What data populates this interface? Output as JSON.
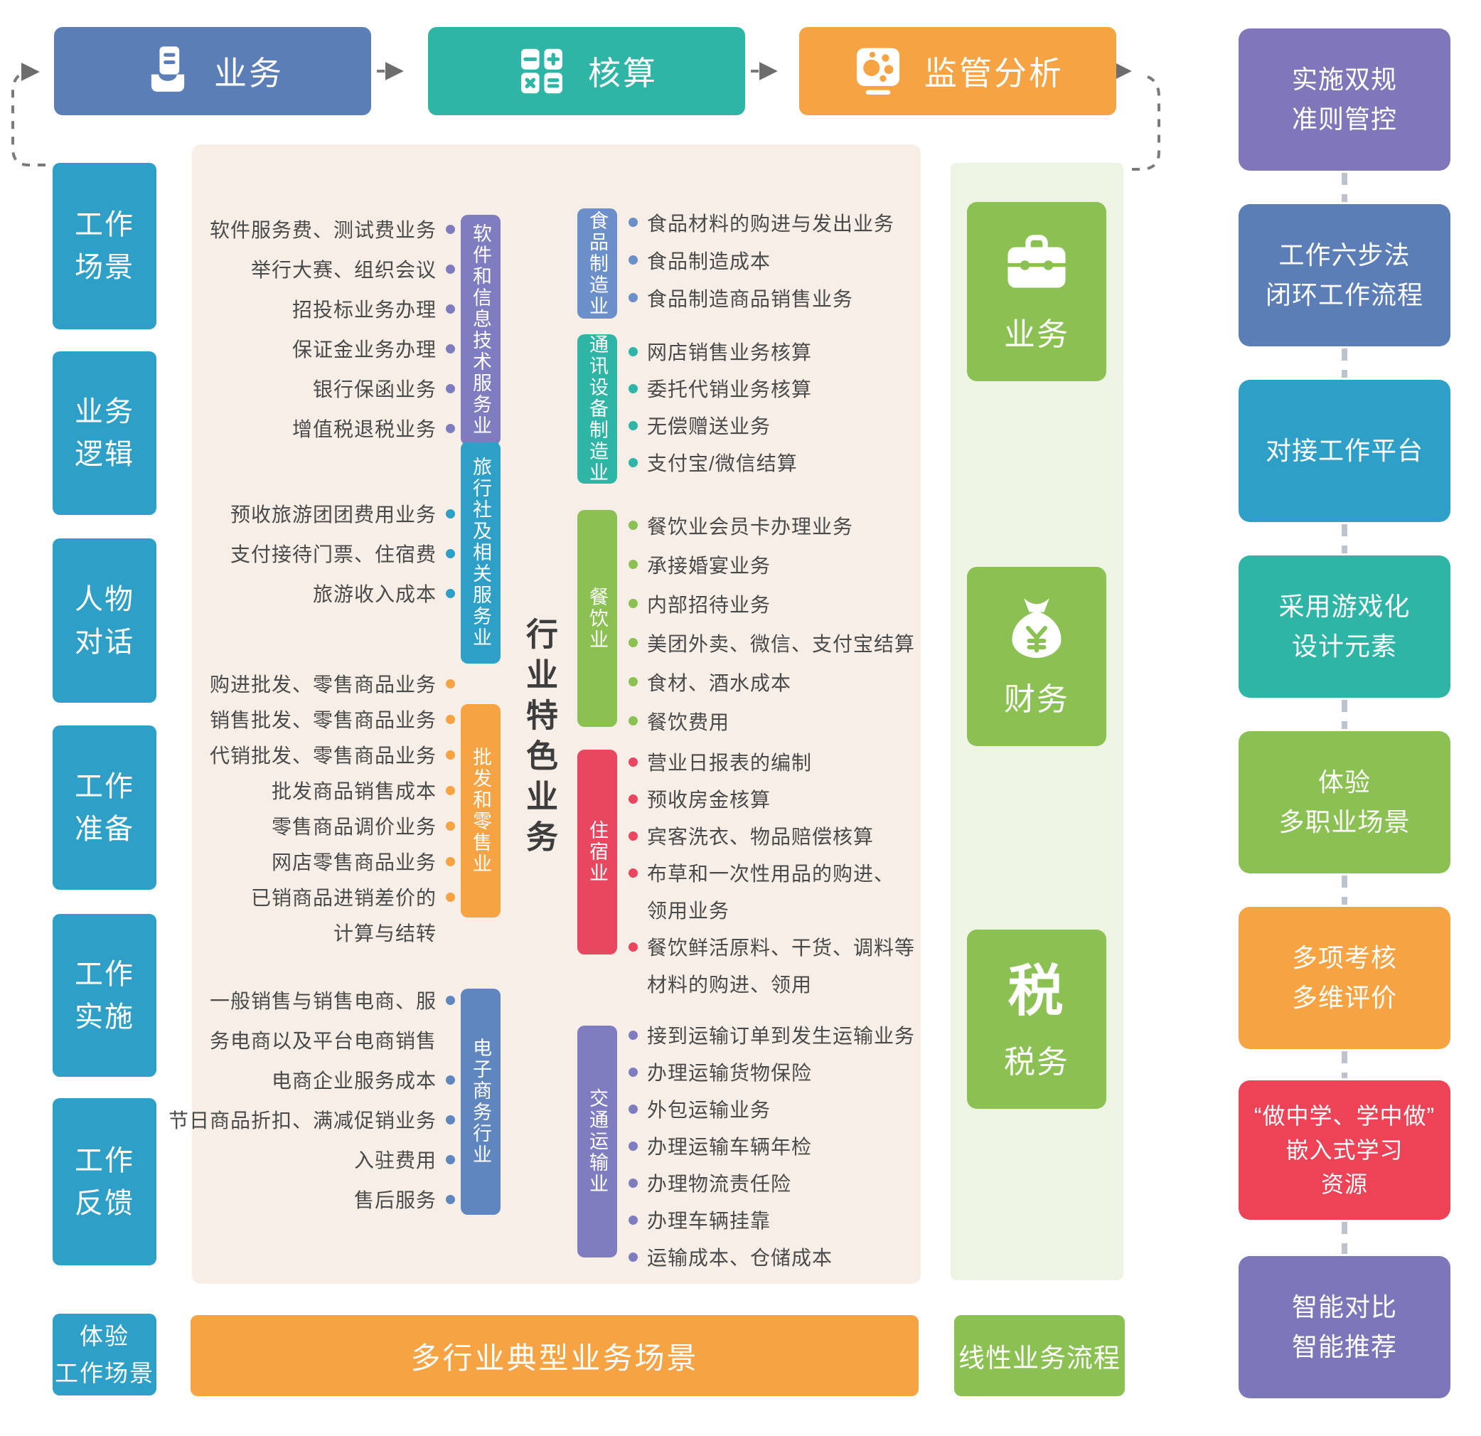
{
  "top_flow": {
    "nodes": [
      {
        "label": "业务",
        "icon": "document-tray-icon",
        "color": "#5b7eb7"
      },
      {
        "label": "核算",
        "icon": "calculator-icon",
        "color": "#2fb5a5"
      },
      {
        "label": "监管分析",
        "icon": "monitor-analysis-icon",
        "color": "#f6a343"
      }
    ]
  },
  "left_column": {
    "color": "#2e9fc7",
    "boxes": [
      [
        "工作",
        "场景"
      ],
      [
        "业务",
        "逻辑"
      ],
      [
        "人物",
        "对话"
      ],
      [
        "工作",
        "准备"
      ],
      [
        "工作",
        "实施"
      ],
      [
        "工作",
        "反馈"
      ],
      [
        "体验",
        "工作场景"
      ]
    ]
  },
  "industry_panel": {
    "bg_color": "#f7efe7",
    "center_title": "行业特色业务",
    "bottom_bar": {
      "label": "多行业典型业务场景",
      "color": "#f6a343"
    },
    "left_groups": [
      {
        "name": "软件和信息技术服务业",
        "color": "#7f7dbf",
        "items": [
          [
            "软件服务费、测试费业务"
          ],
          [
            "举行大赛、组织会议"
          ],
          [
            "招投标业务办理"
          ],
          [
            "保证金业务办理"
          ],
          [
            "银行保函业务"
          ],
          [
            "增值税退税业务"
          ]
        ]
      },
      {
        "name": "旅行社及相关服务业",
        "color": "#2e9fc7",
        "items": [
          [
            "预收旅游团团费用业务"
          ],
          [
            "支付接待门票、住宿费"
          ],
          [
            "旅游收入成本"
          ]
        ]
      },
      {
        "name": "批发和零售业",
        "color": "#f6a343",
        "items": [
          [
            "购进批发、零售商品业务"
          ],
          [
            "销售批发、零售商品业务"
          ],
          [
            "代销批发、零售商品业务"
          ],
          [
            "批发商品销售成本"
          ],
          [
            "零售商品调价业务"
          ],
          [
            "网店零售商品业务"
          ],
          [
            "已销商品进销差价的",
            "计算与结转"
          ]
        ]
      },
      {
        "name": "电子商务行业",
        "color": "#5f86bf",
        "items": [
          [
            "一般销售与销售电商、服",
            "务电商以及平台电商销售"
          ],
          [
            "电商企业服务成本"
          ],
          [
            "节日商品折扣、满减促销业务"
          ],
          [
            "入驻费用"
          ],
          [
            "售后服务"
          ]
        ]
      }
    ],
    "right_groups": [
      {
        "name": "食品制造业",
        "color": "#6b8fc9",
        "items": [
          [
            "食品材料的购进与发出业务"
          ],
          [
            "食品制造成本"
          ],
          [
            "食品制造商品销售业务"
          ]
        ]
      },
      {
        "name": "通讯设备制造业",
        "color": "#2fb5a5",
        "items": [
          [
            "网店销售业务核算"
          ],
          [
            "委托代销业务核算"
          ],
          [
            "无偿赠送业务"
          ],
          [
            "支付宝/微信结算"
          ]
        ]
      },
      {
        "name": "餐饮业",
        "color": "#8bc053",
        "items": [
          [
            "餐饮业会员卡办理业务"
          ],
          [
            "承接婚宴业务"
          ],
          [
            "内部招待业务"
          ],
          [
            "美团外卖、微信、支付宝结算"
          ],
          [
            "食材、酒水成本"
          ],
          [
            "餐饮费用"
          ]
        ]
      },
      {
        "name": "住宿业",
        "color": "#e9475f",
        "items": [
          [
            "营业日报表的编制"
          ],
          [
            "预收房金核算"
          ],
          [
            "宾客洗衣、物品赔偿核算"
          ],
          [
            "布草和一次性用品的购进、",
            "领用业务"
          ],
          [
            "餐饮鲜活原料、干货、调料等",
            "材料的购进、领用"
          ]
        ]
      },
      {
        "name": "交通运输业",
        "color": "#7f7dbf",
        "items": [
          [
            "接到运输订单到发生运输业务"
          ],
          [
            "办理运输货物保险"
          ],
          [
            "外包运输业务"
          ],
          [
            "办理运输车辆年检"
          ],
          [
            "办理物流责任险"
          ],
          [
            "办理车辆挂靠"
          ],
          [
            "运输成本、仓储成本"
          ]
        ]
      }
    ]
  },
  "process_panel": {
    "bg_color": "#edf4e1",
    "node_color": "#8bc053",
    "nodes": [
      {
        "label": "业务",
        "icon": "briefcase-icon"
      },
      {
        "label": "财务",
        "icon": "moneybag-icon"
      },
      {
        "label": "税务",
        "icon": "tax-icon"
      }
    ],
    "bottom_bar": {
      "label": "线性业务流程",
      "color": "#8bc053"
    }
  },
  "right_column": {
    "boxes": [
      {
        "lines": [
          "实施双规",
          "准则管控"
        ],
        "color": "#7f77b9"
      },
      {
        "lines": [
          "工作六步法",
          "闭环工作流程"
        ],
        "color": "#5b7eb7"
      },
      {
        "lines": [
          "对接工作平台"
        ],
        "color": "#2e9fc7"
      },
      {
        "lines": [
          "采用游戏化",
          "设计元素"
        ],
        "color": "#2fb5a5"
      },
      {
        "lines": [
          "体验",
          "多职业场景"
        ],
        "color": "#8bc053"
      },
      {
        "lines": [
          "多项考核",
          "多维评价"
        ],
        "color": "#f6a343"
      },
      {
        "lines": [
          "“做中学、学中做”",
          "嵌入式学习",
          "资源"
        ],
        "color": "#ee4356"
      },
      {
        "lines": [
          "智能对比",
          "智能推荐"
        ],
        "color": "#7c77b9"
      }
    ]
  }
}
